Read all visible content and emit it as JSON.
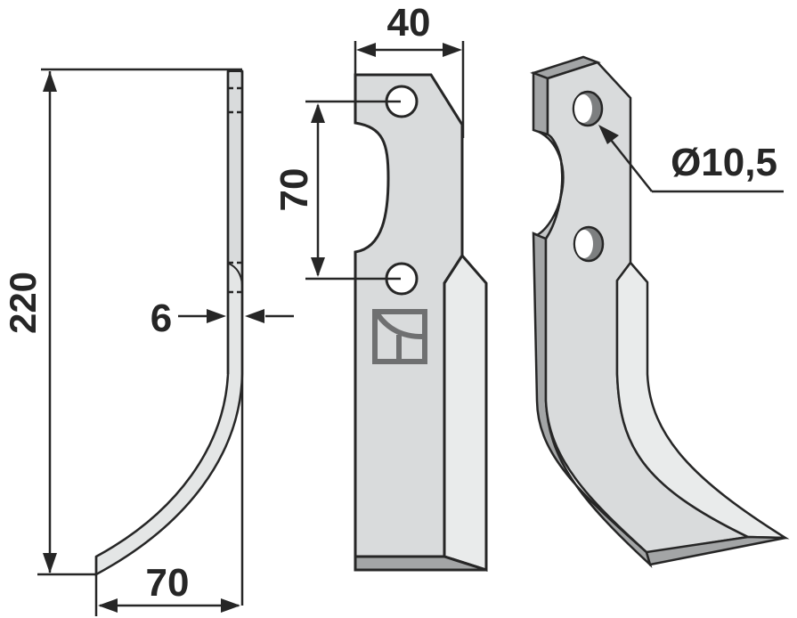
{
  "drawing": {
    "subject": "Rotary tiller blade (left-hand)",
    "side_view": {
      "height_label": "220",
      "thickness_label": "6",
      "offset_label": "70"
    },
    "front_view": {
      "width_label": "40",
      "hole_spacing_label": "70",
      "logo": "manufacturer-mark"
    },
    "perspective_view": {
      "hole_diameter_label": "Ø10,5"
    },
    "colors": {
      "line": "#262626",
      "face": "#d9dbdc",
      "bevel": "#e9ebeb",
      "edge_dark": "#a3a5a6",
      "hole_inner": "#7d7f80",
      "logo": "#6f7071"
    }
  }
}
